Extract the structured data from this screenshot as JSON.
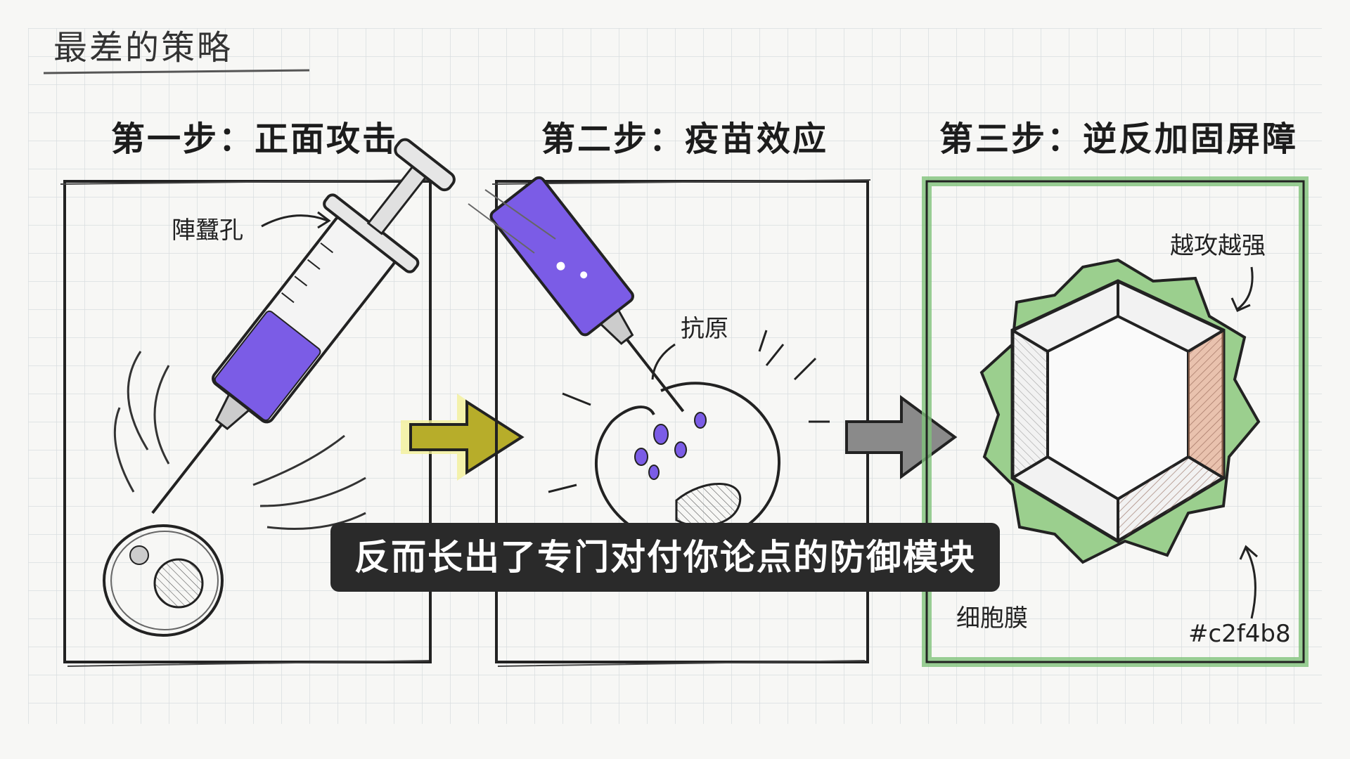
{
  "page_title": "最差的策略",
  "steps": [
    {
      "title": "第一步：正面攻击"
    },
    {
      "title": "第二步：疫苗效应"
    },
    {
      "title": "第三步：逆反加固屏障"
    }
  ],
  "labels": {
    "pore": "陣蠶孔",
    "antigen": "抗原",
    "stronger": "越攻越强",
    "membrane": "细胞膜",
    "hex_code": "#c2f4b8"
  },
  "subtitle": "反而长出了专门对付你论点的防御模块",
  "colors": {
    "paper": "#f7f7f5",
    "grid": "#d9dde0",
    "ink": "#1c1c1c",
    "purple": "#7b5ce6",
    "yellow_arrow": "#b7ad2a",
    "yellow_glow": "#f2f09a",
    "gray_arrow": "#8a8a8a",
    "green_panel": "#7fc27a",
    "green_shell": "#9bcf8e",
    "orange_hatch": "#e0916a"
  },
  "icons": [
    "syringe-icon",
    "cell-icon",
    "arrow-right-icon",
    "armored-crystal-icon"
  ]
}
